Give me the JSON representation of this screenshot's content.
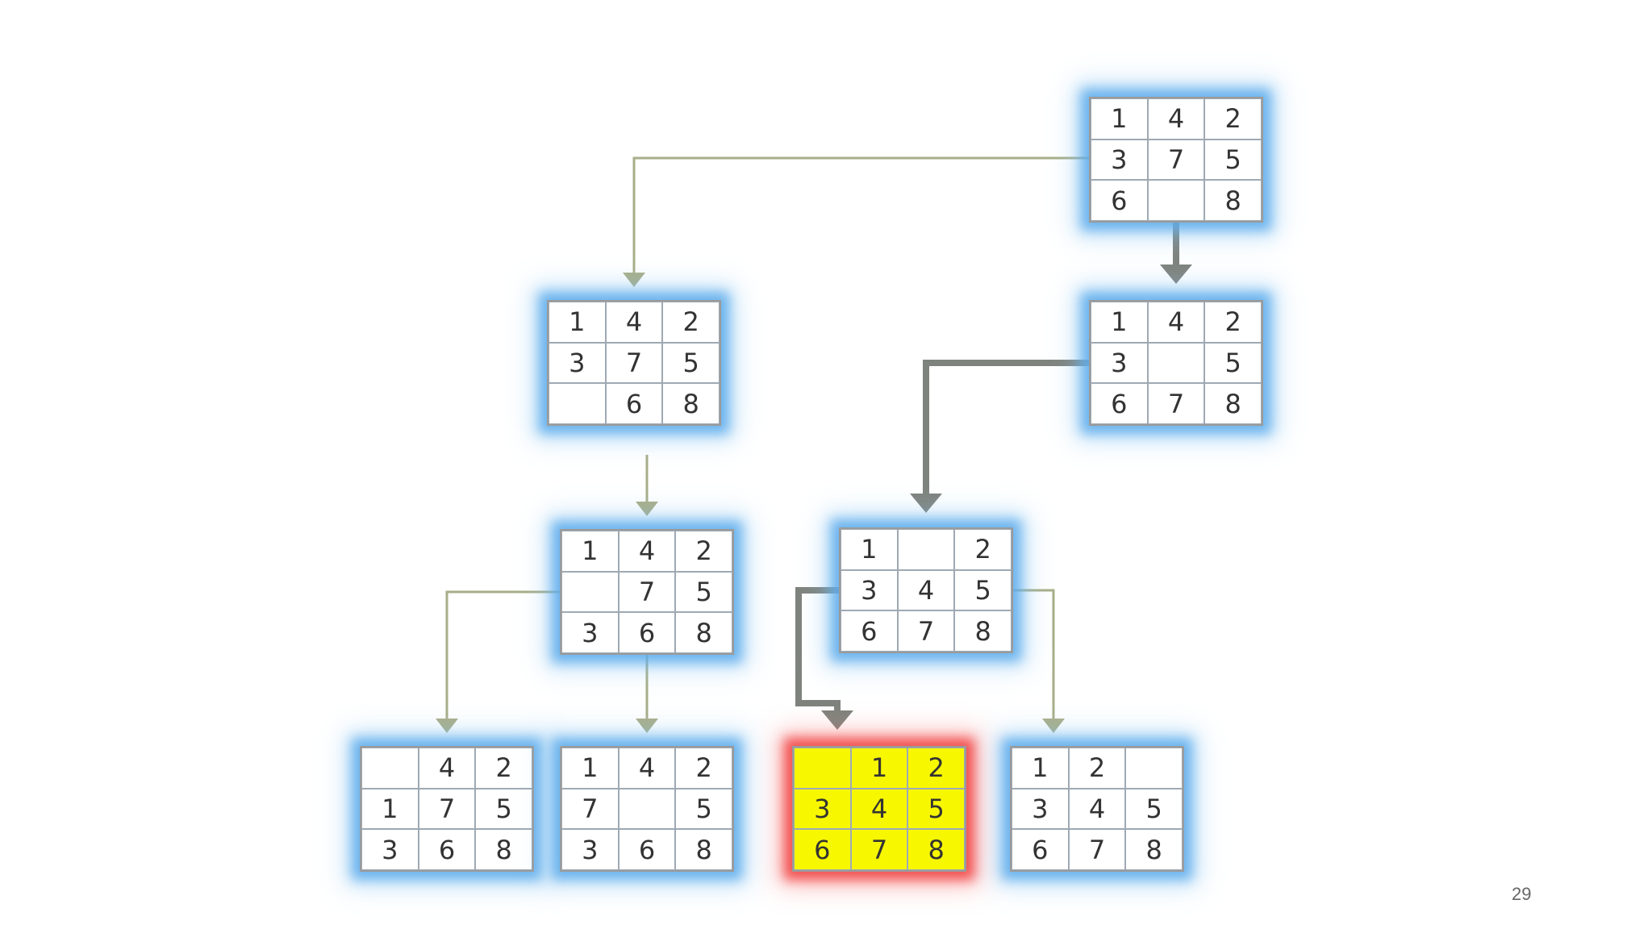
{
  "page_number": "29",
  "colors": {
    "node_glow": "#5aaaeb",
    "goal_glow": "#f03c3c",
    "goal_fill": "#f7f700",
    "thin_edge": "#a8ae88",
    "thick_edge": "#7f837d"
  },
  "nodes": [
    {
      "id": "root",
      "cells": [
        "1",
        "4",
        "2",
        "3",
        "7",
        "5",
        "6",
        "",
        "8"
      ],
      "goal": false
    },
    {
      "id": "level1-left",
      "cells": [
        "1",
        "4",
        "2",
        "3",
        "7",
        "5",
        "",
        "6",
        "8"
      ],
      "goal": false
    },
    {
      "id": "level1-right",
      "cells": [
        "1",
        "4",
        "2",
        "3",
        "",
        "5",
        "6",
        "7",
        "8"
      ],
      "goal": false
    },
    {
      "id": "level2-left",
      "cells": [
        "1",
        "4",
        "2",
        "",
        "7",
        "5",
        "3",
        "6",
        "8"
      ],
      "goal": false
    },
    {
      "id": "level2-right",
      "cells": [
        "1",
        "",
        "2",
        "3",
        "4",
        "5",
        "6",
        "7",
        "8"
      ],
      "goal": false
    },
    {
      "id": "level3-a",
      "cells": [
        "",
        "4",
        "2",
        "1",
        "7",
        "5",
        "3",
        "6",
        "8"
      ],
      "goal": false
    },
    {
      "id": "level3-b",
      "cells": [
        "1",
        "4",
        "2",
        "7",
        "",
        "5",
        "3",
        "6",
        "8"
      ],
      "goal": false
    },
    {
      "id": "level3-goal",
      "cells": [
        "",
        "1",
        "2",
        "3",
        "4",
        "5",
        "6",
        "7",
        "8"
      ],
      "goal": true
    },
    {
      "id": "level3-d",
      "cells": [
        "1",
        "2",
        "",
        "3",
        "4",
        "5",
        "6",
        "7",
        "8"
      ],
      "goal": false
    }
  ],
  "edges": [
    {
      "from": "root",
      "to": "level1-left",
      "solution_path": false
    },
    {
      "from": "root",
      "to": "level1-right",
      "solution_path": true
    },
    {
      "from": "level1-left",
      "to": "level2-left",
      "solution_path": false
    },
    {
      "from": "level1-right",
      "to": "level2-right",
      "solution_path": true
    },
    {
      "from": "level2-left",
      "to": "level3-a",
      "solution_path": false
    },
    {
      "from": "level2-left",
      "to": "level3-b",
      "solution_path": false
    },
    {
      "from": "level2-right",
      "to": "level3-goal",
      "solution_path": true
    },
    {
      "from": "level2-right",
      "to": "level3-d",
      "solution_path": false
    }
  ]
}
